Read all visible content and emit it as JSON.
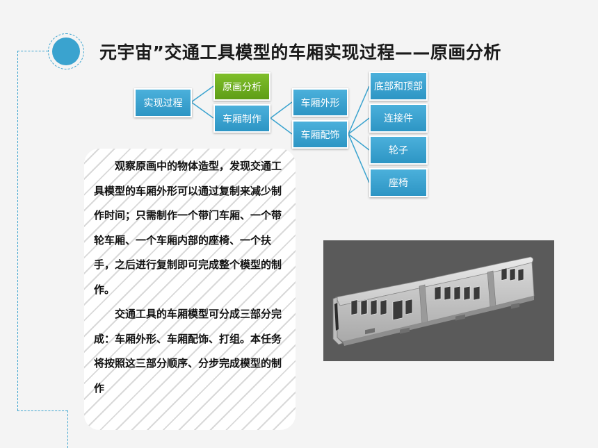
{
  "header": {
    "title": "元宇宙”交通工具模型的车厢实现过程——原画分析"
  },
  "mindmap": {
    "root": "实现过程",
    "level1": [
      "原画分析",
      "车厢制作"
    ],
    "level2": [
      "车厢外形",
      "车厢配饰"
    ],
    "level3": [
      "底部和顶部",
      "连接件",
      "轮子",
      "座椅"
    ],
    "highlight_color": "#6aa81e",
    "node_color": "#3aa3cf"
  },
  "description": {
    "paragraphs": [
      "观察原画中的物体造型，发现交通工具模型的车厢外形可以通过复制来减少制作时间；只需制作一个带门车厢、一个带轮车厢、一个车厢内部的座椅、一个扶手，之后进行复制即可完成整个模型的制作。",
      "交通工具的车厢模型可分成三部分完成：车厢外形、车厢配饰、打组。本任务将按照这三部分顺序、分步完成模型的制作"
    ]
  },
  "image": {
    "icon": "train-carriage-render"
  }
}
